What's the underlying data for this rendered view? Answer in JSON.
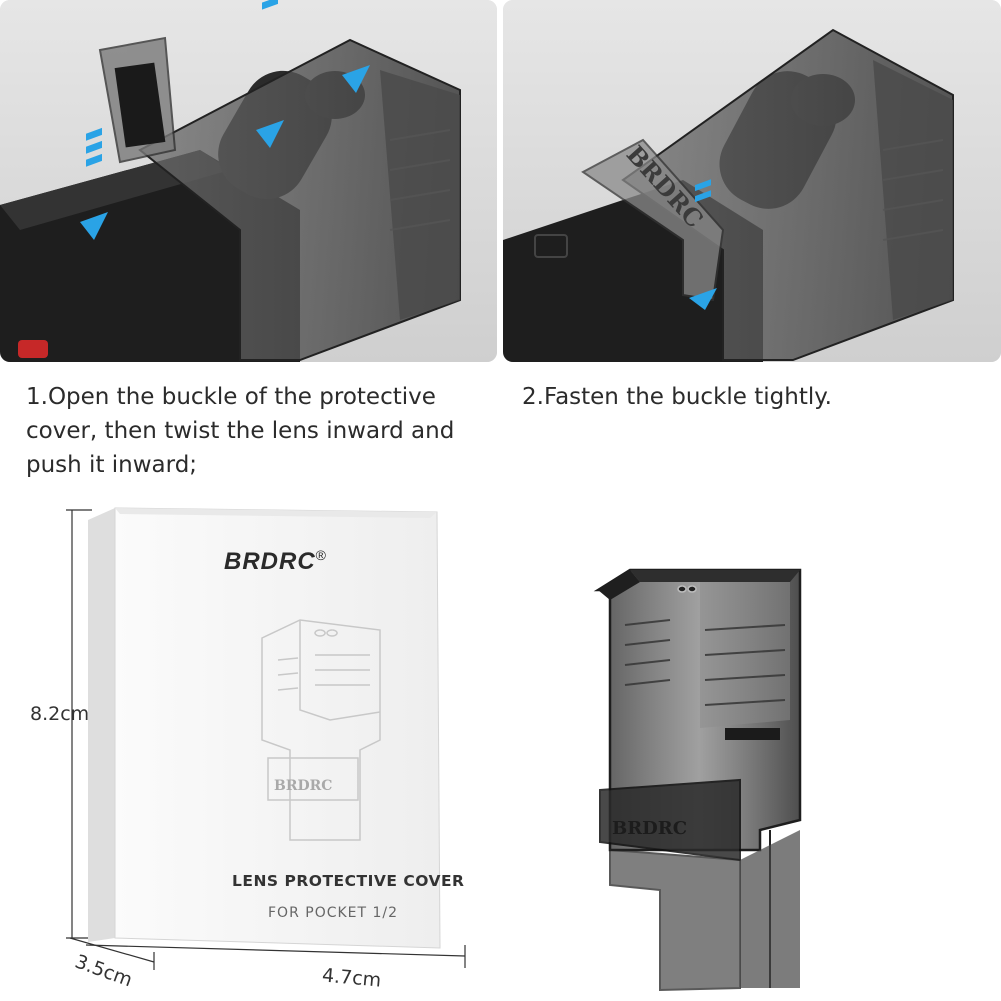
{
  "steps": [
    {
      "caption": "1.Open the buckle of the protective cover, then twist the lens inward and push it inward;"
    },
    {
      "caption": "2.Fasten the buckle tightly."
    }
  ],
  "package": {
    "brand": "BRDRC",
    "registered_mark": "®",
    "title": "LENS PROTECTIVE COVER",
    "subtitle": "FOR POCKET 1/2",
    "illustration_strap_text": "BRDRC"
  },
  "dimensions": {
    "height": "8.2cm",
    "width": "4.7cm",
    "depth": "3.5cm"
  },
  "photo_strap_text": "BRDRC",
  "product_strap_text": "BRDRC",
  "colors": {
    "arrow_blue": "#2aa3e6",
    "cover_gray": "#3a3a3a",
    "device_black": "#1c1c1c"
  }
}
